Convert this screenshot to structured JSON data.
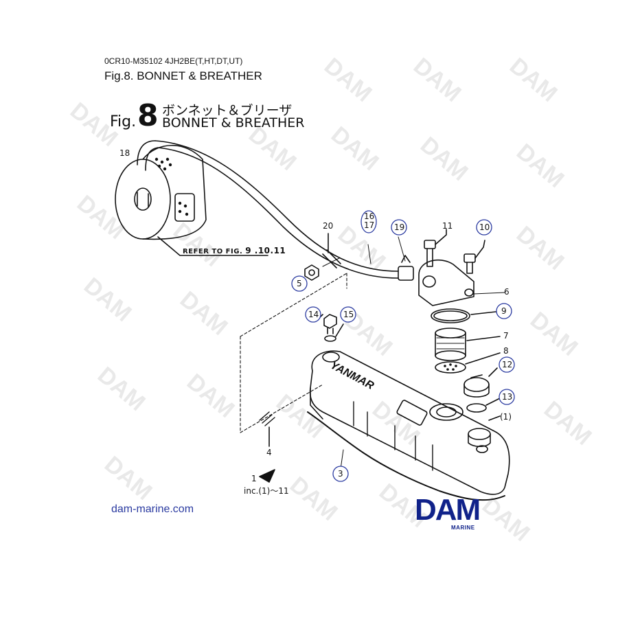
{
  "header": {
    "code_line": "0CR10-M35102   4JH2BE(T,HT,DT,UT)",
    "title_line": "Fig.8.  BONNET & BREATHER"
  },
  "figure_title": {
    "fig_word": "Fig.",
    "fig_number": "8",
    "title_jp": "ボンネット＆ブリーザ",
    "title_en": "BONNET & BREATHER"
  },
  "refer_note": "REFER TO FIG.",
  "refer_figs": "9 .10.11",
  "callouts": {
    "c18": "18",
    "c20": "20",
    "c16": "16",
    "c17": "17",
    "c19": "19",
    "c11": "11",
    "c10": "10",
    "c5": "5",
    "c6": "6",
    "c9": "9",
    "c14": "14",
    "c15": "15",
    "c7": "7",
    "c8": "8",
    "c12": "12",
    "c13": "13",
    "c1sub": "(1)",
    "c4": "4",
    "c3": "3",
    "c1": "1",
    "inc": "inc.(1)～11"
  },
  "footer": {
    "site": "dam-marine.com",
    "logo_text": "DAM",
    "logo_sub": "MARINE"
  },
  "watermark": "DAM",
  "colors": {
    "circle_blue": "#2a3aa0",
    "logo_blue": "#10228a",
    "ink": "#111111"
  }
}
